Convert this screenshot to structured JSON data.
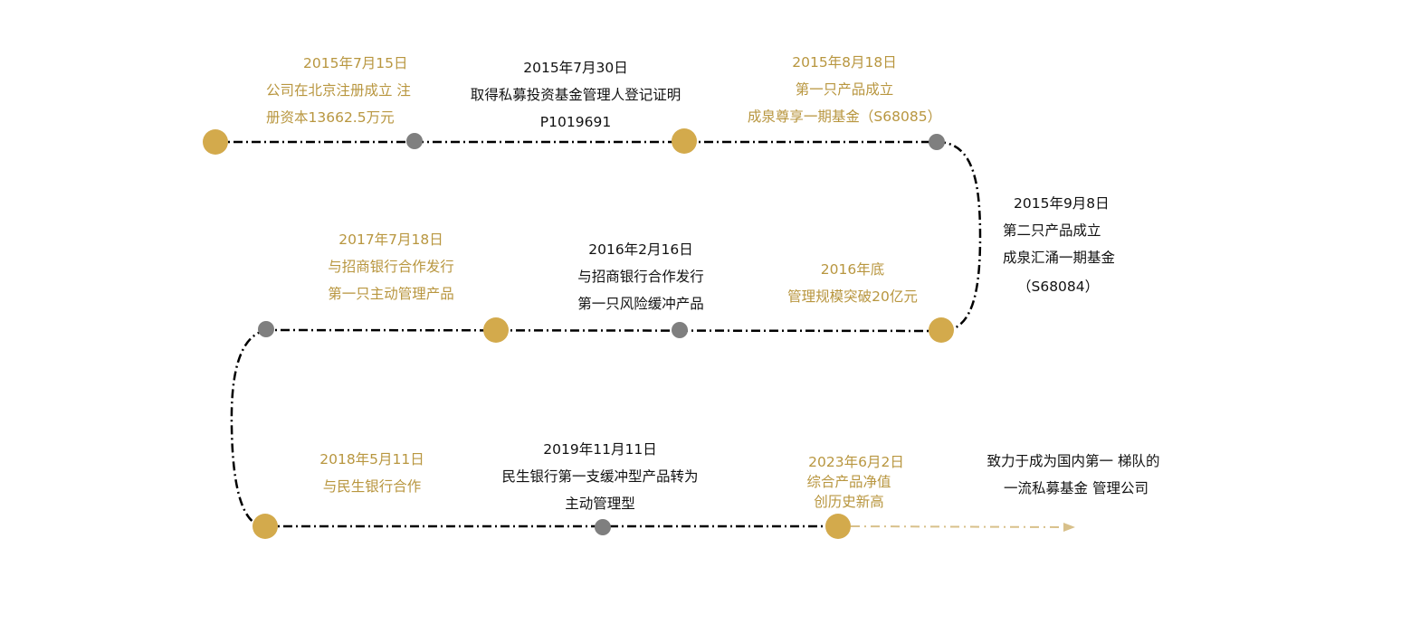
{
  "colors": {
    "gold": "#d3aa4c",
    "gold_text": "#b8963f",
    "grey_node": "#7f7f7f",
    "line": "#000000",
    "arrow": "#d8c08a",
    "dark_text": "#111111"
  },
  "events": [
    {
      "lines": [
        "2015年7月15日",
        "公司在北京注册成立 注",
        "册资本13662.5万元"
      ],
      "color": "gold"
    },
    {
      "lines": [
        "2015年7月30日",
        "取得私募投资基金管理人登记证明",
        "P1019691"
      ],
      "color": "dark"
    },
    {
      "lines": [
        "2015年8月18日",
        "第一只产品成立",
        "成泉尊享一期基金（S68085）"
      ],
      "color": "gold"
    },
    {
      "lines": [
        "2015年9月8日",
        "第二只产品成立",
        "成泉汇涌一期基金",
        "（S68084）"
      ],
      "color": "dark"
    },
    {
      "lines": [
        "2016年底",
        "管理规模突破20亿元"
      ],
      "color": "gold"
    },
    {
      "lines": [
        "2016年2月16日",
        "与招商银行合作发行",
        "第一只风险缓冲产品"
      ],
      "color": "dark"
    },
    {
      "lines": [
        "2017年7月18日",
        "与招商银行合作发行",
        "第一只主动管理产品"
      ],
      "color": "gold"
    },
    {
      "lines": [
        "2018年5月11日",
        "与民生银行合作"
      ],
      "color": "gold"
    },
    {
      "lines": [
        "2019年11月11日",
        "民生银行第一支缓冲型产品转为",
        "主动管理型"
      ],
      "color": "dark"
    },
    {
      "lines": [
        "2023年6月2日",
        "综合产品净值",
        "创历史新高"
      ],
      "color": "gold"
    }
  ],
  "goal": {
    "lines": [
      "致力于成为国内第一 梯队的",
      "一流私募基金 管理公司"
    ],
    "color": "dark"
  }
}
